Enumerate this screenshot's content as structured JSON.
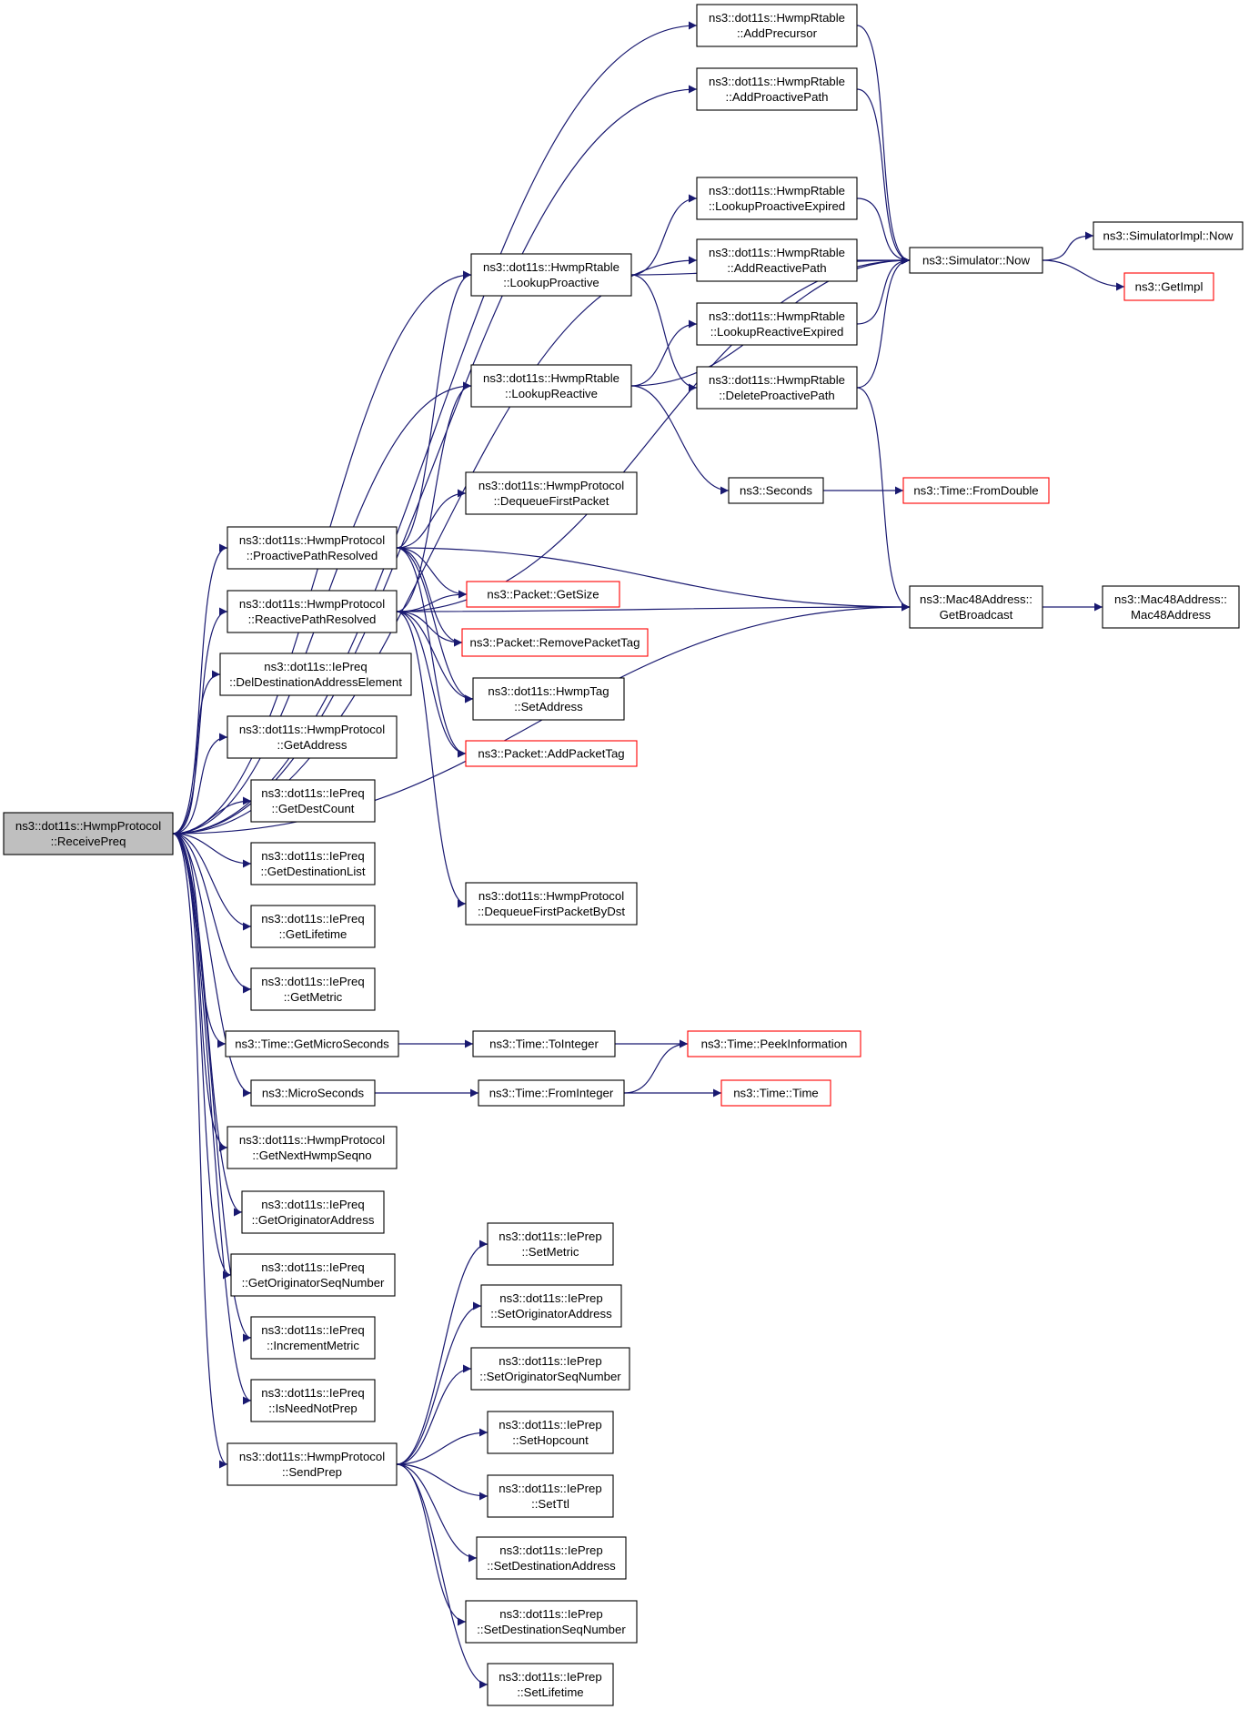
{
  "diagram": {
    "type": "call-graph",
    "nodes": [
      {
        "id": "root",
        "lines": [
          "ns3::dot11s::HwmpProtocol",
          "::ReceivePreq"
        ],
        "style": "root"
      },
      {
        "id": "addPrecursor",
        "lines": [
          "ns3::dot11s::HwmpRtable",
          "::AddPrecursor"
        ],
        "style": "normal"
      },
      {
        "id": "addProactivePath",
        "lines": [
          "ns3::dot11s::HwmpRtable",
          "::AddProactivePath"
        ],
        "style": "normal"
      },
      {
        "id": "lookupProactiveExpired",
        "lines": [
          "ns3::dot11s::HwmpRtable",
          "::LookupProactiveExpired"
        ],
        "style": "normal"
      },
      {
        "id": "addReactivePath",
        "lines": [
          "ns3::dot11s::HwmpRtable",
          "::AddReactivePath"
        ],
        "style": "normal"
      },
      {
        "id": "lookupProactive",
        "lines": [
          "ns3::dot11s::HwmpRtable",
          "::LookupProactive"
        ],
        "style": "normal"
      },
      {
        "id": "lookupReactiveExpired",
        "lines": [
          "ns3::dot11s::HwmpRtable",
          "::LookupReactiveExpired"
        ],
        "style": "normal"
      },
      {
        "id": "deleteProactivePath",
        "lines": [
          "ns3::dot11s::HwmpRtable",
          "::DeleteProactivePath"
        ],
        "style": "normal"
      },
      {
        "id": "lookupReactive",
        "lines": [
          "ns3::dot11s::HwmpRtable",
          "::LookupReactive"
        ],
        "style": "normal"
      },
      {
        "id": "simNow",
        "lines": [
          "ns3::Simulator::Now"
        ],
        "style": "normal"
      },
      {
        "id": "simImplNow",
        "lines": [
          "ns3::SimulatorImpl::Now"
        ],
        "style": "normal"
      },
      {
        "id": "getImpl",
        "lines": [
          "ns3::GetImpl"
        ],
        "style": "red"
      },
      {
        "id": "seconds",
        "lines": [
          "ns3::Seconds"
        ],
        "style": "normal"
      },
      {
        "id": "fromDouble",
        "lines": [
          "ns3::Time::FromDouble"
        ],
        "style": "red"
      },
      {
        "id": "dequeueFirstPacket",
        "lines": [
          "ns3::dot11s::HwmpProtocol",
          "::DequeueFirstPacket"
        ],
        "style": "normal"
      },
      {
        "id": "proactivePathResolved",
        "lines": [
          "ns3::dot11s::HwmpProtocol",
          "::ProactivePathResolved"
        ],
        "style": "normal"
      },
      {
        "id": "reactivePathResolved",
        "lines": [
          "ns3::dot11s::HwmpProtocol",
          "::ReactivePathResolved"
        ],
        "style": "normal"
      },
      {
        "id": "getSize",
        "lines": [
          "ns3::Packet::GetSize"
        ],
        "style": "red"
      },
      {
        "id": "removePacketTag",
        "lines": [
          "ns3::Packet::RemovePacketTag"
        ],
        "style": "red"
      },
      {
        "id": "getBroadcast",
        "lines": [
          "ns3::Mac48Address::",
          "GetBroadcast"
        ],
        "style": "normal"
      },
      {
        "id": "mac48Address",
        "lines": [
          "ns3::Mac48Address::",
          "Mac48Address"
        ],
        "style": "normal"
      },
      {
        "id": "setAddress",
        "lines": [
          "ns3::dot11s::HwmpTag",
          "::SetAddress"
        ],
        "style": "normal"
      },
      {
        "id": "addPacketTag",
        "lines": [
          "ns3::Packet::AddPacketTag"
        ],
        "style": "red"
      },
      {
        "id": "delDestAddr",
        "lines": [
          "ns3::dot11s::IePreq",
          "::DelDestinationAddressElement"
        ],
        "style": "normal"
      },
      {
        "id": "getAddress",
        "lines": [
          "ns3::dot11s::HwmpProtocol",
          "::GetAddress"
        ],
        "style": "normal"
      },
      {
        "id": "getDestCount",
        "lines": [
          "ns3::dot11s::IePreq",
          "::GetDestCount"
        ],
        "style": "normal"
      },
      {
        "id": "getDestList",
        "lines": [
          "ns3::dot11s::IePreq",
          "::GetDestinationList"
        ],
        "style": "normal"
      },
      {
        "id": "getLifetime",
        "lines": [
          "ns3::dot11s::IePreq",
          "::GetLifetime"
        ],
        "style": "normal"
      },
      {
        "id": "getMetric",
        "lines": [
          "ns3::dot11s::IePreq",
          "::GetMetric"
        ],
        "style": "normal"
      },
      {
        "id": "dequeueByDst",
        "lines": [
          "ns3::dot11s::HwmpProtocol",
          "::DequeueFirstPacketByDst"
        ],
        "style": "normal"
      },
      {
        "id": "getMicroSeconds",
        "lines": [
          "ns3::Time::GetMicroSeconds"
        ],
        "style": "normal"
      },
      {
        "id": "toInteger",
        "lines": [
          "ns3::Time::ToInteger"
        ],
        "style": "normal"
      },
      {
        "id": "peekInformation",
        "lines": [
          "ns3::Time::PeekInformation"
        ],
        "style": "red"
      },
      {
        "id": "microSeconds",
        "lines": [
          "ns3::MicroSeconds"
        ],
        "style": "normal"
      },
      {
        "id": "fromInteger",
        "lines": [
          "ns3::Time::FromInteger"
        ],
        "style": "normal"
      },
      {
        "id": "timeTime",
        "lines": [
          "ns3::Time::Time"
        ],
        "style": "red"
      },
      {
        "id": "getNextSeqno",
        "lines": [
          "ns3::dot11s::HwmpProtocol",
          "::GetNextHwmpSeqno"
        ],
        "style": "normal"
      },
      {
        "id": "getOrigAddr",
        "lines": [
          "ns3::dot11s::IePreq",
          "::GetOriginatorAddress"
        ],
        "style": "normal"
      },
      {
        "id": "getOrigSeq",
        "lines": [
          "ns3::dot11s::IePreq",
          "::GetOriginatorSeqNumber"
        ],
        "style": "normal"
      },
      {
        "id": "incMetric",
        "lines": [
          "ns3::dot11s::IePreq",
          "::IncrementMetric"
        ],
        "style": "normal"
      },
      {
        "id": "isNeedNotPrep",
        "lines": [
          "ns3::dot11s::IePreq",
          "::IsNeedNotPrep"
        ],
        "style": "normal"
      },
      {
        "id": "sendPrep",
        "lines": [
          "ns3::dot11s::HwmpProtocol",
          "::SendPrep"
        ],
        "style": "normal"
      },
      {
        "id": "setMetric",
        "lines": [
          "ns3::dot11s::IePrep",
          "::SetMetric"
        ],
        "style": "normal"
      },
      {
        "id": "setOrigAddr",
        "lines": [
          "ns3::dot11s::IePrep",
          "::SetOriginatorAddress"
        ],
        "style": "normal"
      },
      {
        "id": "setOrigSeq",
        "lines": [
          "ns3::dot11s::IePrep",
          "::SetOriginatorSeqNumber"
        ],
        "style": "normal"
      },
      {
        "id": "setHopcount",
        "lines": [
          "ns3::dot11s::IePrep",
          "::SetHopcount"
        ],
        "style": "normal"
      },
      {
        "id": "setTtl",
        "lines": [
          "ns3::dot11s::IePrep",
          "::SetTtl"
        ],
        "style": "normal"
      },
      {
        "id": "setDestAddr",
        "lines": [
          "ns3::dot11s::IePrep",
          "::SetDestinationAddress"
        ],
        "style": "normal"
      },
      {
        "id": "setDestSeq",
        "lines": [
          "ns3::dot11s::IePrep",
          "::SetDestinationSeqNumber"
        ],
        "style": "normal"
      },
      {
        "id": "setLifetime",
        "lines": [
          "ns3::dot11s::IePrep",
          "::SetLifetime"
        ],
        "style": "normal"
      }
    ],
    "edges": [
      [
        "root",
        "addPrecursor"
      ],
      [
        "root",
        "addProactivePath"
      ],
      [
        "root",
        "lookupProactive"
      ],
      [
        "root",
        "addReactivePath"
      ],
      [
        "root",
        "lookupReactive"
      ],
      [
        "root",
        "getBroadcast"
      ],
      [
        "root",
        "proactivePathResolved"
      ],
      [
        "root",
        "reactivePathResolved"
      ],
      [
        "root",
        "delDestAddr"
      ],
      [
        "root",
        "getAddress"
      ],
      [
        "root",
        "getDestCount"
      ],
      [
        "root",
        "getDestList"
      ],
      [
        "root",
        "getLifetime"
      ],
      [
        "root",
        "getMetric"
      ],
      [
        "root",
        "getMicroSeconds"
      ],
      [
        "root",
        "microSeconds"
      ],
      [
        "root",
        "getNextSeqno"
      ],
      [
        "root",
        "getOrigAddr"
      ],
      [
        "root",
        "getOrigSeq"
      ],
      [
        "root",
        "incMetric"
      ],
      [
        "root",
        "isNeedNotPrep"
      ],
      [
        "root",
        "sendPrep"
      ],
      [
        "addPrecursor",
        "simNow"
      ],
      [
        "addProactivePath",
        "simNow"
      ],
      [
        "lookupProactiveExpired",
        "simNow"
      ],
      [
        "addReactivePath",
        "simNow"
      ],
      [
        "lookupReactiveExpired",
        "simNow"
      ],
      [
        "deleteProactivePath",
        "simNow"
      ],
      [
        "deleteProactivePath",
        "getBroadcast"
      ],
      [
        "lookupProactive",
        "simNow"
      ],
      [
        "lookupProactive",
        "lookupProactiveExpired"
      ],
      [
        "lookupProactive",
        "deleteProactivePath"
      ],
      [
        "lookupReactive",
        "lookupReactiveExpired"
      ],
      [
        "lookupReactive",
        "simNow"
      ],
      [
        "lookupReactive",
        "seconds"
      ],
      [
        "simNow",
        "simImplNow"
      ],
      [
        "simNow",
        "getImpl"
      ],
      [
        "seconds",
        "fromDouble"
      ],
      [
        "getBroadcast",
        "mac48Address"
      ],
      [
        "proactivePathResolved",
        "lookupProactive"
      ],
      [
        "proactivePathResolved",
        "dequeueFirstPacket"
      ],
      [
        "proactivePathResolved",
        "getBroadcast"
      ],
      [
        "proactivePathResolved",
        "getSize"
      ],
      [
        "proactivePathResolved",
        "removePacketTag"
      ],
      [
        "proactivePathResolved",
        "setAddress"
      ],
      [
        "proactivePathResolved",
        "addPacketTag"
      ],
      [
        "reactivePathResolved",
        "lookupReactive"
      ],
      [
        "reactivePathResolved",
        "getSize"
      ],
      [
        "reactivePathResolved",
        "removePacketTag"
      ],
      [
        "reactivePathResolved",
        "setAddress"
      ],
      [
        "reactivePathResolved",
        "addPacketTag"
      ],
      [
        "reactivePathResolved",
        "dequeueByDst"
      ],
      [
        "reactivePathResolved",
        "simNow"
      ],
      [
        "reactivePathResolved",
        "getBroadcast"
      ],
      [
        "getMicroSeconds",
        "toInteger"
      ],
      [
        "toInteger",
        "peekInformation"
      ],
      [
        "microSeconds",
        "fromInteger"
      ],
      [
        "fromInteger",
        "peekInformation"
      ],
      [
        "fromInteger",
        "timeTime"
      ],
      [
        "sendPrep",
        "setMetric"
      ],
      [
        "sendPrep",
        "setOrigAddr"
      ],
      [
        "sendPrep",
        "setOrigSeq"
      ],
      [
        "sendPrep",
        "setHopcount"
      ],
      [
        "sendPrep",
        "setTtl"
      ],
      [
        "sendPrep",
        "setDestAddr"
      ],
      [
        "sendPrep",
        "setDestSeq"
      ],
      [
        "sendPrep",
        "setLifetime"
      ]
    ],
    "colors": {
      "edge": "#191970",
      "node_border": "#000000",
      "highlight_border": "#ff0000",
      "root_fill": "#bfbfbf"
    }
  }
}
